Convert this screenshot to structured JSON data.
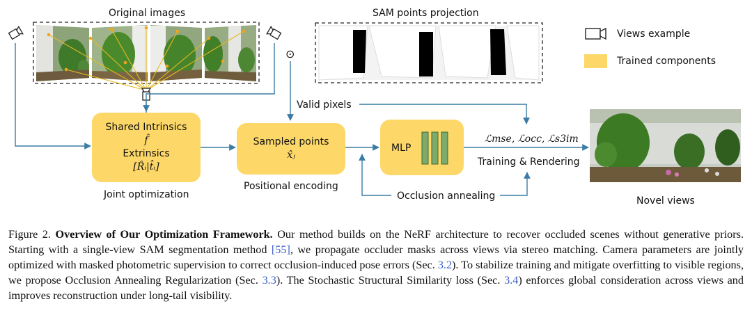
{
  "figure": {
    "original_images_title": "Original images",
    "sam_title": "SAM points projection",
    "legend": {
      "views_label": "Views example",
      "trained_label": "Trained components",
      "trained_color": "#fdd868"
    },
    "shared_box": {
      "line1": "Shared Intrinsics",
      "line2": "f̂",
      "line3": "Extrinsics",
      "line4": "[R̂ᵢ|t̂ᵢ]"
    },
    "joint_label": "Joint optimization",
    "sampled_box": {
      "line1": "Sampled points",
      "line2": "x̂ⱼ"
    },
    "positional_label": "Positional encoding",
    "mlp_label": "MLP",
    "mlp_bar_color": "#7faa6e",
    "valid_pixels": "Valid pixels",
    "losses": "ℒmse, ℒocc, ℒs3im",
    "training_label": "Training & Rendering",
    "occlusion_label": "Occlusion annealing",
    "novel_views": "Novel views",
    "arrow_color": "#3a7ca5",
    "odot": "⊙"
  },
  "caption": {
    "prefix": "Figure 2. ",
    "bold": "Overview of Our Optimization Framework.",
    "part1": " Our method builds on the NeRF architecture to recover occluded scenes without generative priors. Starting with a single-view SAM segmentation method ",
    "ref1": "[55]",
    "part2": ", we propagate occluder masks across views via stereo matching. Camera parameters are jointly optimized with masked photometric supervision to correct occlusion-induced pose errors (Sec. ",
    "ref2": "3.2",
    "part3": "). To stabilize training and mitigate overfitting to visible regions, we propose Occlusion Annealing Regularization (Sec. ",
    "ref3": "3.3",
    "part4": "). The Stochastic Structural Similarity loss (Sec. ",
    "ref4": "3.4",
    "part5": ") enforces global consideration across views and improves reconstruction under long-tail visibility."
  }
}
